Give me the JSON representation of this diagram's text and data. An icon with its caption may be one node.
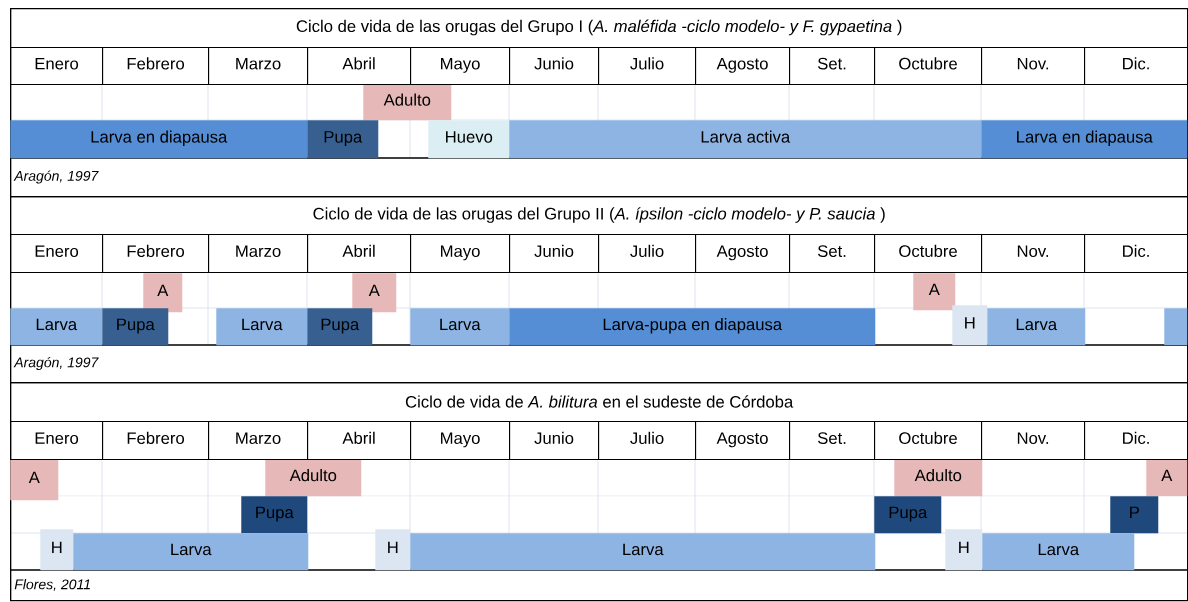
{
  "diagram": {
    "nodes": [
      {
        "text": [
          "Ciclo de vida de las orugas del Grupo I (*A. maléfida -ciclo modelo- y F. gypaetina* )"
        ]
      },
      {
        "text": [
          "Adulto"
        ],
        "in": 0
      },
      {
        "text": [
          "Larva en diapausa"
        ],
        "in": 0
      },
      {
        "text": [
          "Pupa"
        ],
        "in": 0
      },
      {
        "text": [
          "Huevo"
        ],
        "in": 0
      },
      {
        "text": [
          "Larva activa"
        ],
        "in": 0
      },
      {
        "text": [
          "Larva en diapausa"
        ],
        "in": 0
      },
      {
        "text": [
          "Ciclo de vida de las orugas del Grupo II (*A. ípsilon -ciclo modelo- y P. saucia* )"
        ]
      },
      {
        "text": [
          "A"
        ],
        "in": 7
      },
      {
        "text": [
          "A"
        ],
        "in": 7
      },
      {
        "text": [
          "A"
        ],
        "in": 7
      },
      {
        "text": [
          "Larva"
        ],
        "in": 7
      },
      {
        "text": [
          "Pupa"
        ],
        "in": 7
      },
      {
        "text": [
          "Larva"
        ],
        "in": 7
      },
      {
        "text": [
          "Pupa"
        ],
        "in": 7
      },
      {
        "text": [
          "Larva"
        ],
        "in": 7
      },
      {
        "text": [
          "Larva-pupa en diapausa"
        ],
        "in": 7
      },
      {
        "text": [
          "H"
        ],
        "in": 7
      },
      {
        "text": [
          "Larva"
        ],
        "in": 7
      },
      {
        "text": [],
        "shape": "bar",
        "in": 7
      },
      {
        "text": [
          "Ciclo de vida de *A. bilitura* en el sudeste de Córdoba"
        ]
      },
      {
        "text": [
          "A"
        ],
        "in": 20
      },
      {
        "text": [
          "Adulto"
        ],
        "in": 20
      },
      {
        "text": [
          "Adulto"
        ],
        "in": 20
      },
      {
        "text": [
          "A"
        ],
        "in": 20
      },
      {
        "text": [
          "Pupa"
        ],
        "in": 20
      },
      {
        "text": [
          "Pupa"
        ],
        "in": 20
      },
      {
        "text": [
          "P"
        ],
        "in": 20
      },
      {
        "text": [
          "H"
        ],
        "in": 20
      },
      {
        "text": [
          "Larva"
        ],
        "in": 20
      },
      {
        "text": [
          "H"
        ],
        "in": 20
      },
      {
        "text": [
          "Larva"
        ],
        "in": 20
      },
      {
        "text": [
          "H"
        ],
        "in": 20
      },
      {
        "text": [
          "Larva"
        ],
        "in": 20
      }
    ],
    "labels": [
      "Enero",
      "Febrero",
      "Marzo",
      "Abril",
      "Mayo",
      "Junio",
      "Julio",
      "Agosto",
      "Set.",
      "Octubre",
      "Nov.",
      "Dic.",
      "Aragón, 1997",
      "Enero",
      "Febrero",
      "Marzo",
      "Abril",
      "Mayo",
      "Junio",
      "Julio",
      "Agosto",
      "Set.",
      "Octubre",
      "Nov.",
      "Dic.",
      "Aragón, 1997",
      "Enero",
      "Febrero",
      "Marzo",
      "Abril",
      "Mayo",
      "Junio",
      "Julio",
      "Agosto",
      "Set.",
      "Octubre",
      "Nov.",
      "Dic.",
      "Flores, 2011"
    ]
  }
}
